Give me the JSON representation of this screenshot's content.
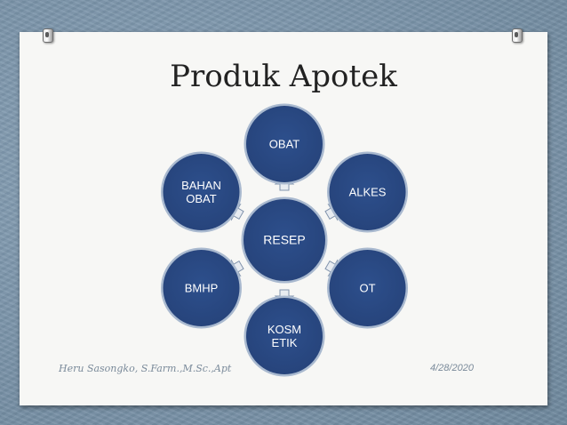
{
  "slide": {
    "title": "Produk Apotek",
    "author": "Heru Sasongko, S.Farm.,M.Sc.,Apt",
    "date": "4/28/2020"
  },
  "diagram": {
    "center": "RESEP",
    "nodes": [
      {
        "label": [
          "OBAT"
        ]
      },
      {
        "label": [
          "ALKES"
        ]
      },
      {
        "label": [
          "OT"
        ]
      },
      {
        "label": [
          "KOSM",
          "ETIK"
        ]
      },
      {
        "label": [
          "BMHP"
        ]
      },
      {
        "label": [
          "BAHAN",
          "OBAT"
        ]
      }
    ],
    "colors": {
      "fill": "#26437a",
      "ring": "#a9b9cf",
      "arrow": "#e8ecf1",
      "arrow_stroke": "#8294ad"
    }
  }
}
